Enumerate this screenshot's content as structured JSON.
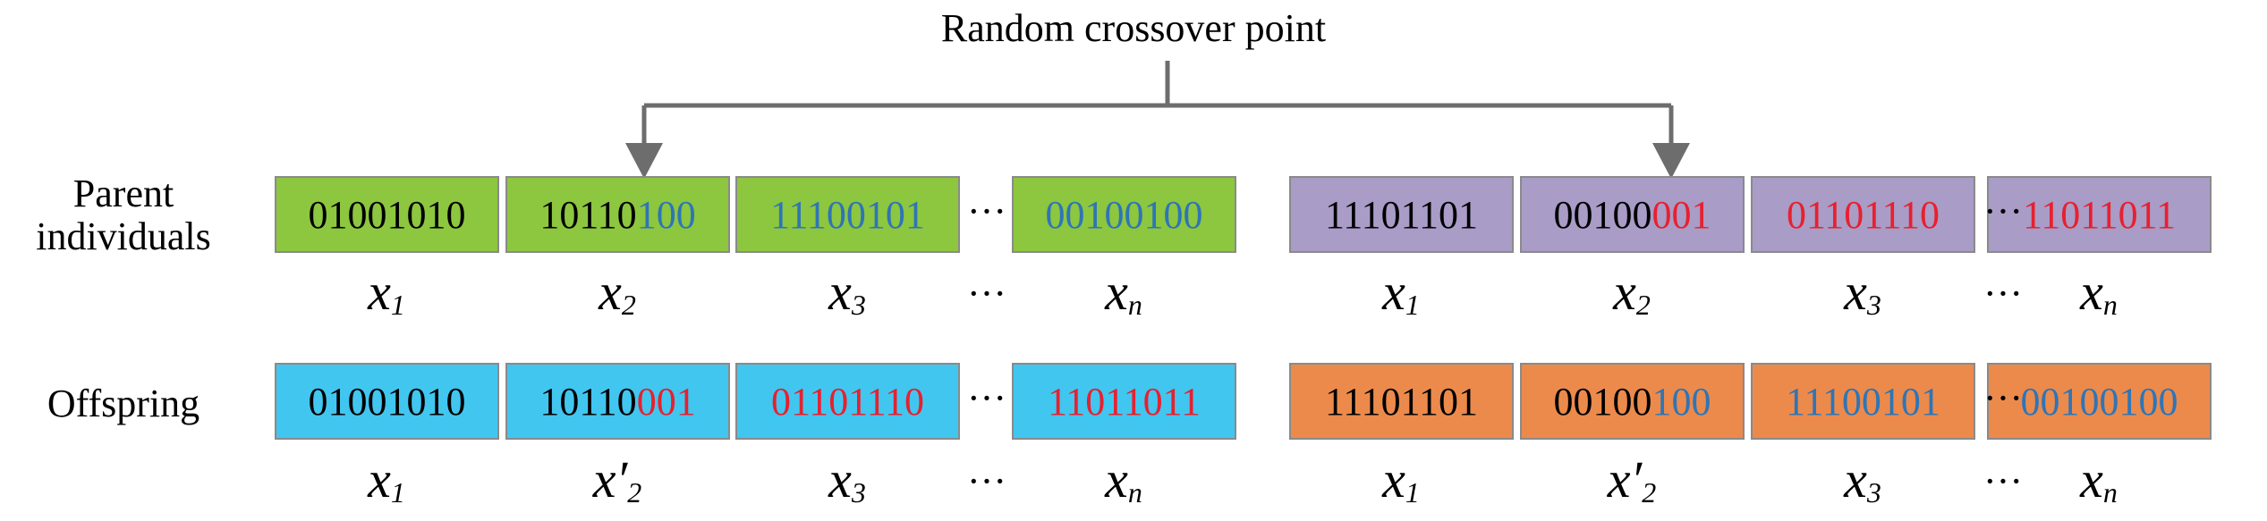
{
  "title": "Random crossover point",
  "labels": {
    "parent": [
      "Parent",
      "individuals"
    ],
    "offspring": "Offspring"
  },
  "colors": {
    "green": "#8dc63f",
    "purple": "#a99cc7",
    "blue_box": "#41c6f0",
    "orange": "#ec8a4c",
    "text_blue": "#2e75b6",
    "text_red": "#e8202e",
    "arrow": "#6d6d6d"
  },
  "ellipsis": "···",
  "genes": {
    "parent1": [
      {
        "head": "01001010",
        "tail": ""
      },
      {
        "head": "10110",
        "tail": "100",
        "tail_color": "blue"
      },
      {
        "head": "",
        "tail": "11100101",
        "tail_color": "blue"
      },
      {
        "head": "",
        "tail": "00100100",
        "tail_color": "blue"
      }
    ],
    "parent2": [
      {
        "head": "11101101",
        "tail": ""
      },
      {
        "head": "00100",
        "tail": "001",
        "tail_color": "red"
      },
      {
        "head": "",
        "tail": "01101110",
        "tail_color": "red"
      },
      {
        "head": "",
        "tail": "11011011",
        "tail_color": "red"
      }
    ],
    "offspring1": [
      {
        "head": "01001010",
        "tail": ""
      },
      {
        "head": "10110",
        "tail": "001",
        "tail_color": "red"
      },
      {
        "head": "",
        "tail": "01101110",
        "tail_color": "red"
      },
      {
        "head": "",
        "tail": "11011011",
        "tail_color": "red"
      }
    ],
    "offspring2": [
      {
        "head": "11101101",
        "tail": ""
      },
      {
        "head": "00100",
        "tail": "100",
        "tail_color": "blue"
      },
      {
        "head": "",
        "tail": "11100101",
        "tail_color": "blue"
      },
      {
        "head": "",
        "tail": "00100100",
        "tail_color": "blue"
      }
    ]
  },
  "variables": {
    "parent": [
      {
        "base": "x",
        "sub": "1"
      },
      {
        "base": "x",
        "sub": "2"
      },
      {
        "base": "x",
        "sub": "3"
      },
      {
        "base": "x",
        "sub": "n"
      }
    ],
    "offspring": [
      {
        "base": "x",
        "sub": "1"
      },
      {
        "base": "x′",
        "sub": "2"
      },
      {
        "base": "x",
        "sub": "3"
      },
      {
        "base": "x",
        "sub": "n"
      }
    ]
  }
}
